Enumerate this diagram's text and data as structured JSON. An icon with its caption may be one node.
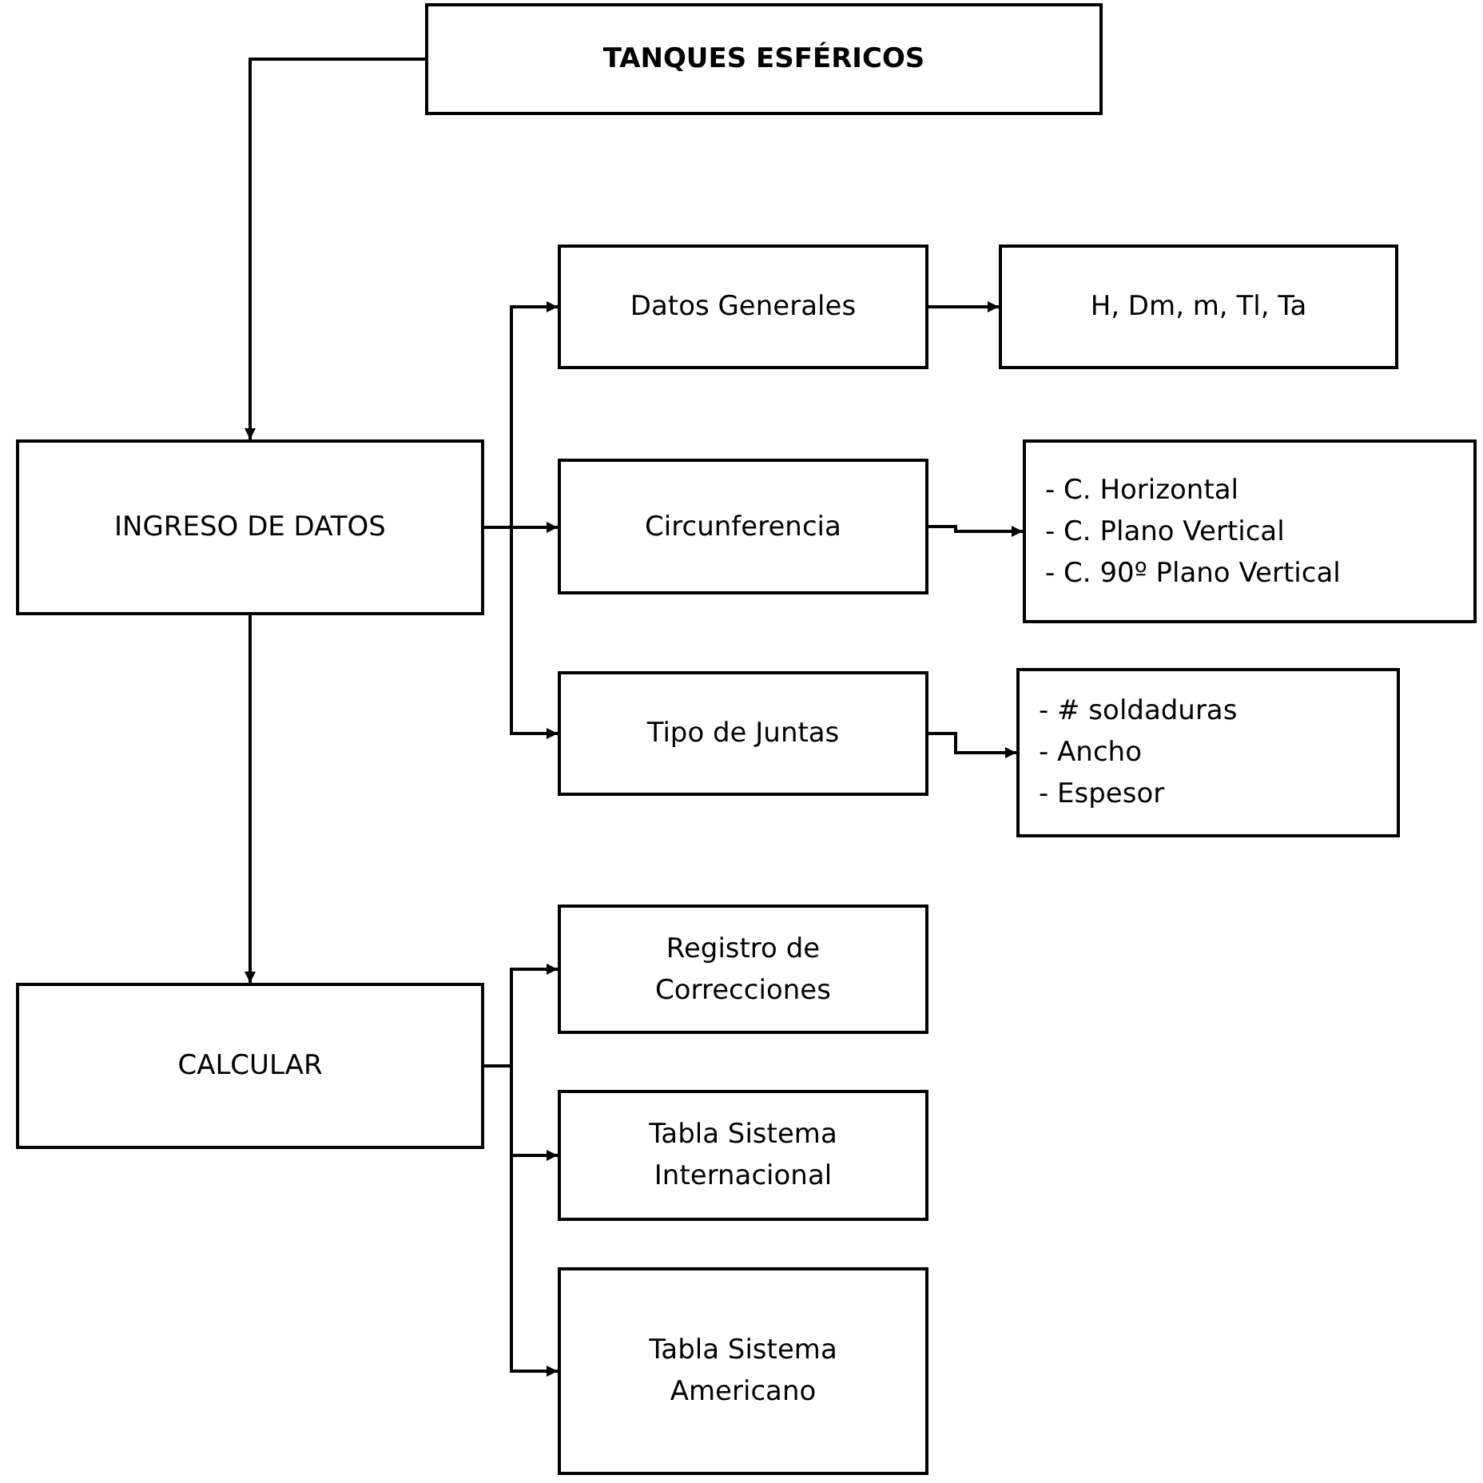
{
  "diagram": {
    "nodes": [
      {
        "text": [
          "TANQUES ESFÉRICOS"
        ]
      },
      {
        "text": [
          "INGRESO DE DATOS"
        ]
      },
      {
        "text": [
          "Datos Generales"
        ]
      },
      {
        "text": [
          "H, Dm, m, Tl, Ta"
        ]
      },
      {
        "text": [
          "Circunferencia"
        ]
      },
      {
        "text": [
          "- C. Horizontal",
          "- C. Plano Vertical",
          "- C. 90º Plano Vertical"
        ]
      },
      {
        "text": [
          "Tipo de Juntas"
        ]
      },
      {
        "text": [
          "- # soldaduras",
          "- Ancho",
          "- Espesor"
        ]
      },
      {
        "text": [
          "CALCULAR"
        ]
      },
      {
        "text": [
          "Registro de Correcciones"
        ]
      },
      {
        "text": [
          "Tabla Sistema Internacional"
        ]
      },
      {
        "text": [
          "Tabla Sistema Americano"
        ]
      }
    ],
    "edges": [
      {
        "from": 0,
        "to": 1,
        "arrow": "to"
      },
      {
        "from": 1,
        "to": 2,
        "arrow": "to"
      },
      {
        "from": 1,
        "to": 4,
        "arrow": "to"
      },
      {
        "from": 1,
        "to": 6,
        "arrow": "to"
      },
      {
        "from": 2,
        "to": 3,
        "arrow": "to"
      },
      {
        "from": 4,
        "to": 5,
        "arrow": "to"
      },
      {
        "from": 6,
        "to": 7,
        "arrow": "to"
      },
      {
        "from": 1,
        "to": 8,
        "arrow": "to"
      },
      {
        "from": 8,
        "to": 9,
        "arrow": "to"
      },
      {
        "from": 8,
        "to": 10,
        "arrow": "to"
      },
      {
        "from": 8,
        "to": 11,
        "arrow": "to"
      }
    ]
  }
}
